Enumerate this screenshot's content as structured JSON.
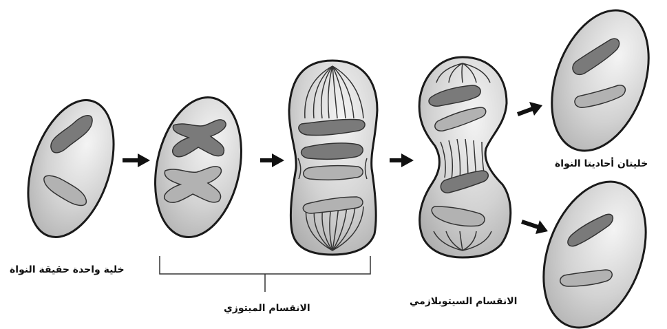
{
  "labels": {
    "single_cell": "خلية واحدة حقيقة النواة",
    "mitosis": "الانقسام الميتوزي",
    "cytokinesis": "الانقسام السيتوبلازمي",
    "daughter_cells": "خليتان أحاديتا النواة"
  },
  "colors": {
    "cell_light": "#f4f4f4",
    "cell_dark": "#a9a9a9",
    "outline": "#1a1a1a",
    "chromosome_dark": "#7a7a7a",
    "chromosome_light": "#b2b2b2"
  },
  "icons": [
    "arrow-right-icon"
  ]
}
